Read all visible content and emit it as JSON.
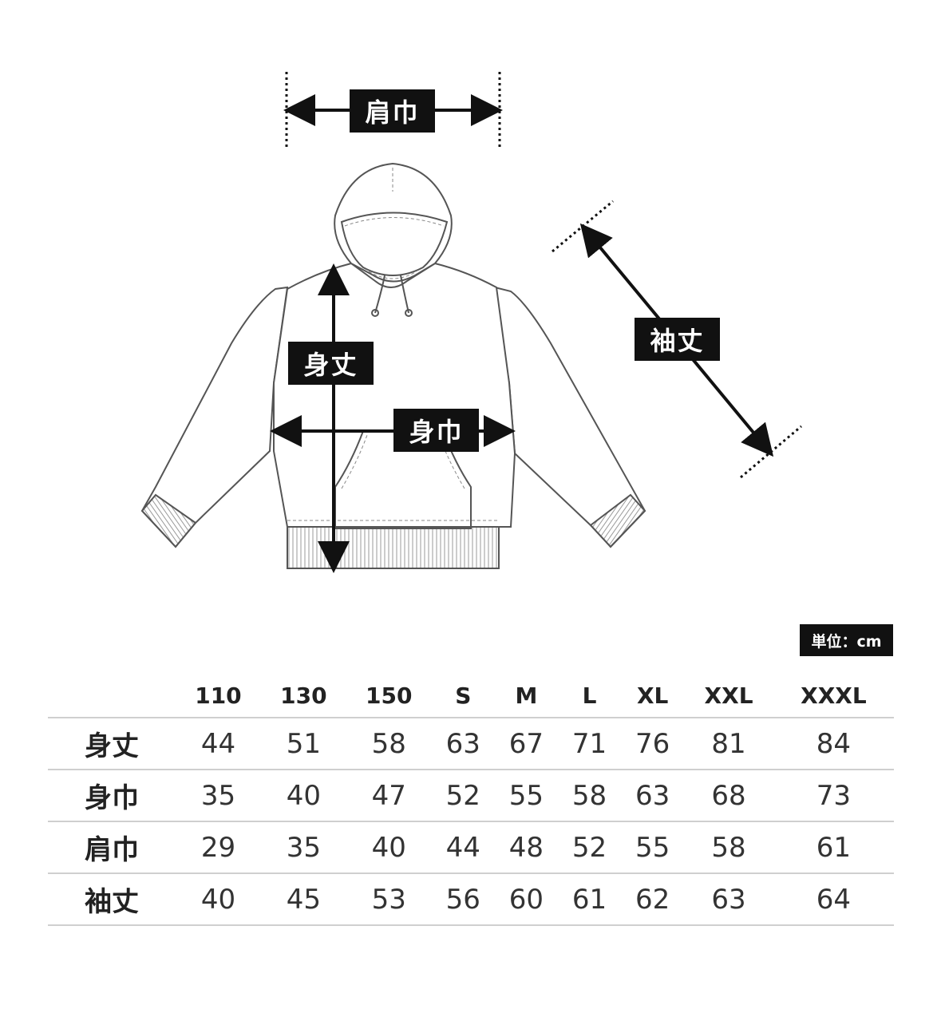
{
  "labels": {
    "shoulder": "肩巾",
    "body_length": "身丈",
    "body_width": "身巾",
    "sleeve": "袖丈"
  },
  "unit": "単位：cm",
  "table": {
    "sizes": [
      "110",
      "130",
      "150",
      "S",
      "M",
      "L",
      "XL",
      "XXL",
      "XXXL"
    ],
    "rows": [
      {
        "label": "身丈",
        "values": [
          "44",
          "51",
          "58",
          "63",
          "67",
          "71",
          "76",
          "81",
          "84"
        ]
      },
      {
        "label": "身巾",
        "values": [
          "35",
          "40",
          "47",
          "52",
          "55",
          "58",
          "63",
          "68",
          "73"
        ]
      },
      {
        "label": "肩巾",
        "values": [
          "29",
          "35",
          "40",
          "44",
          "48",
          "52",
          "55",
          "58",
          "61"
        ]
      },
      {
        "label": "袖丈",
        "values": [
          "40",
          "45",
          "53",
          "56",
          "60",
          "61",
          "62",
          "63",
          "64"
        ]
      }
    ]
  }
}
